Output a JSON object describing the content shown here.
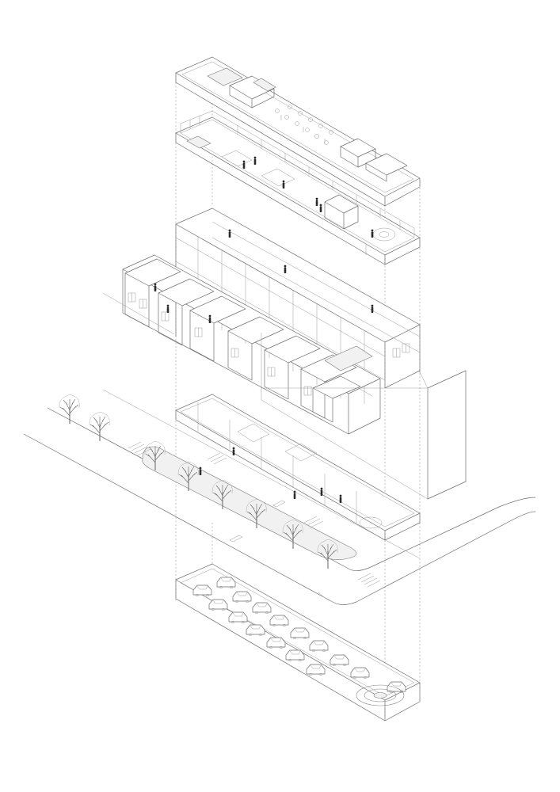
{
  "diagram": {
    "kind": "exploded-axonometric-building",
    "levels": [
      {
        "id": "roof-terrace"
      },
      {
        "id": "upper-floor"
      },
      {
        "id": "residential-floors"
      },
      {
        "id": "ground-floor-street"
      },
      {
        "id": "parking-basement"
      }
    ]
  }
}
